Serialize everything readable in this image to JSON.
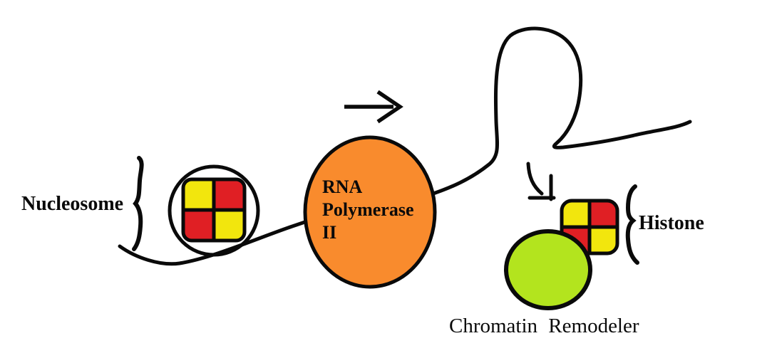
{
  "diagram": {
    "labels": {
      "nucleosome": "Nucleosome",
      "rna_polymerase_line1": "RNA",
      "rna_polymerase_line2": "Polymerase",
      "rna_polymerase_line3": "II",
      "histone": "Histone",
      "chromatin_remodeler": "Chromatin Remodeler"
    },
    "colors": {
      "orange": "#F98B2D",
      "red": "#E01F24",
      "yellow": "#F2E60D",
      "green": "#B3E41E",
      "line": "#0a0a0a"
    }
  }
}
